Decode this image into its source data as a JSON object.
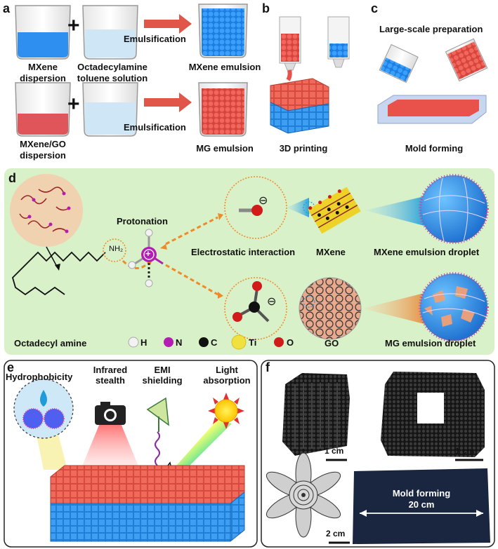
{
  "panel_a": {
    "letter": "a",
    "row1": {
      "beaker1_caption": [
        "MXene",
        "dispersion"
      ],
      "beaker2_caption": [
        "Octadecylamine",
        "toluene solution"
      ],
      "arrow_label": "Emulsification",
      "result_caption": "MXene emulsion"
    },
    "row2": {
      "beaker1_caption": [
        "MXene/GO",
        "dispersion"
      ],
      "arrow_label": "Emulsification",
      "result_caption": "MG emulsion"
    },
    "plus_symbol": "+"
  },
  "panel_b": {
    "letter": "b",
    "caption": "3D printing"
  },
  "panel_c": {
    "letter": "c",
    "title": "Large-scale preparation",
    "caption": "Mold forming"
  },
  "panel_d": {
    "letter": "d",
    "molecule_label": "Octadecyl amine",
    "nh2_label": "NH₂",
    "protonation_label": "Protonation",
    "electrostatic_label": "Electrostatic interaction",
    "mxene_label": "MXene",
    "go_label": "GO",
    "mxene_droplet_label": "MXene emulsion droplet",
    "mg_droplet_label": "MG emulsion droplet",
    "charge_symbol": "⊖",
    "plus_charge_symbol": "+",
    "legend": [
      {
        "symbol": "H",
        "color": "#f2f2f2"
      },
      {
        "symbol": "N",
        "color": "#b41cb4"
      },
      {
        "symbol": "C",
        "color": "#111111"
      },
      {
        "symbol": "Ti",
        "color": "#f0d020"
      },
      {
        "symbol": "O",
        "color": "#d11a1a"
      }
    ],
    "background_color": "#d8f1c8"
  },
  "panel_e": {
    "letter": "e",
    "labels": [
      [
        "Hydrophobicity"
      ],
      [
        "Infrared",
        "stealth"
      ],
      [
        "EMI",
        "shielding"
      ],
      [
        "Light",
        "absorption"
      ]
    ]
  },
  "panel_f": {
    "letter": "f",
    "scale_bars": [
      "1 cm",
      "1 cm",
      "2 cm"
    ],
    "mold_label": "Mold forming",
    "mold_width_label": "20 cm"
  },
  "colors": {
    "mxene_blue": "#2a8be8",
    "mg_red": "#e8524a",
    "arrow_red": "#e0574a",
    "orange_dash": "#f08a28",
    "green_bg": "#d8f1c8"
  }
}
